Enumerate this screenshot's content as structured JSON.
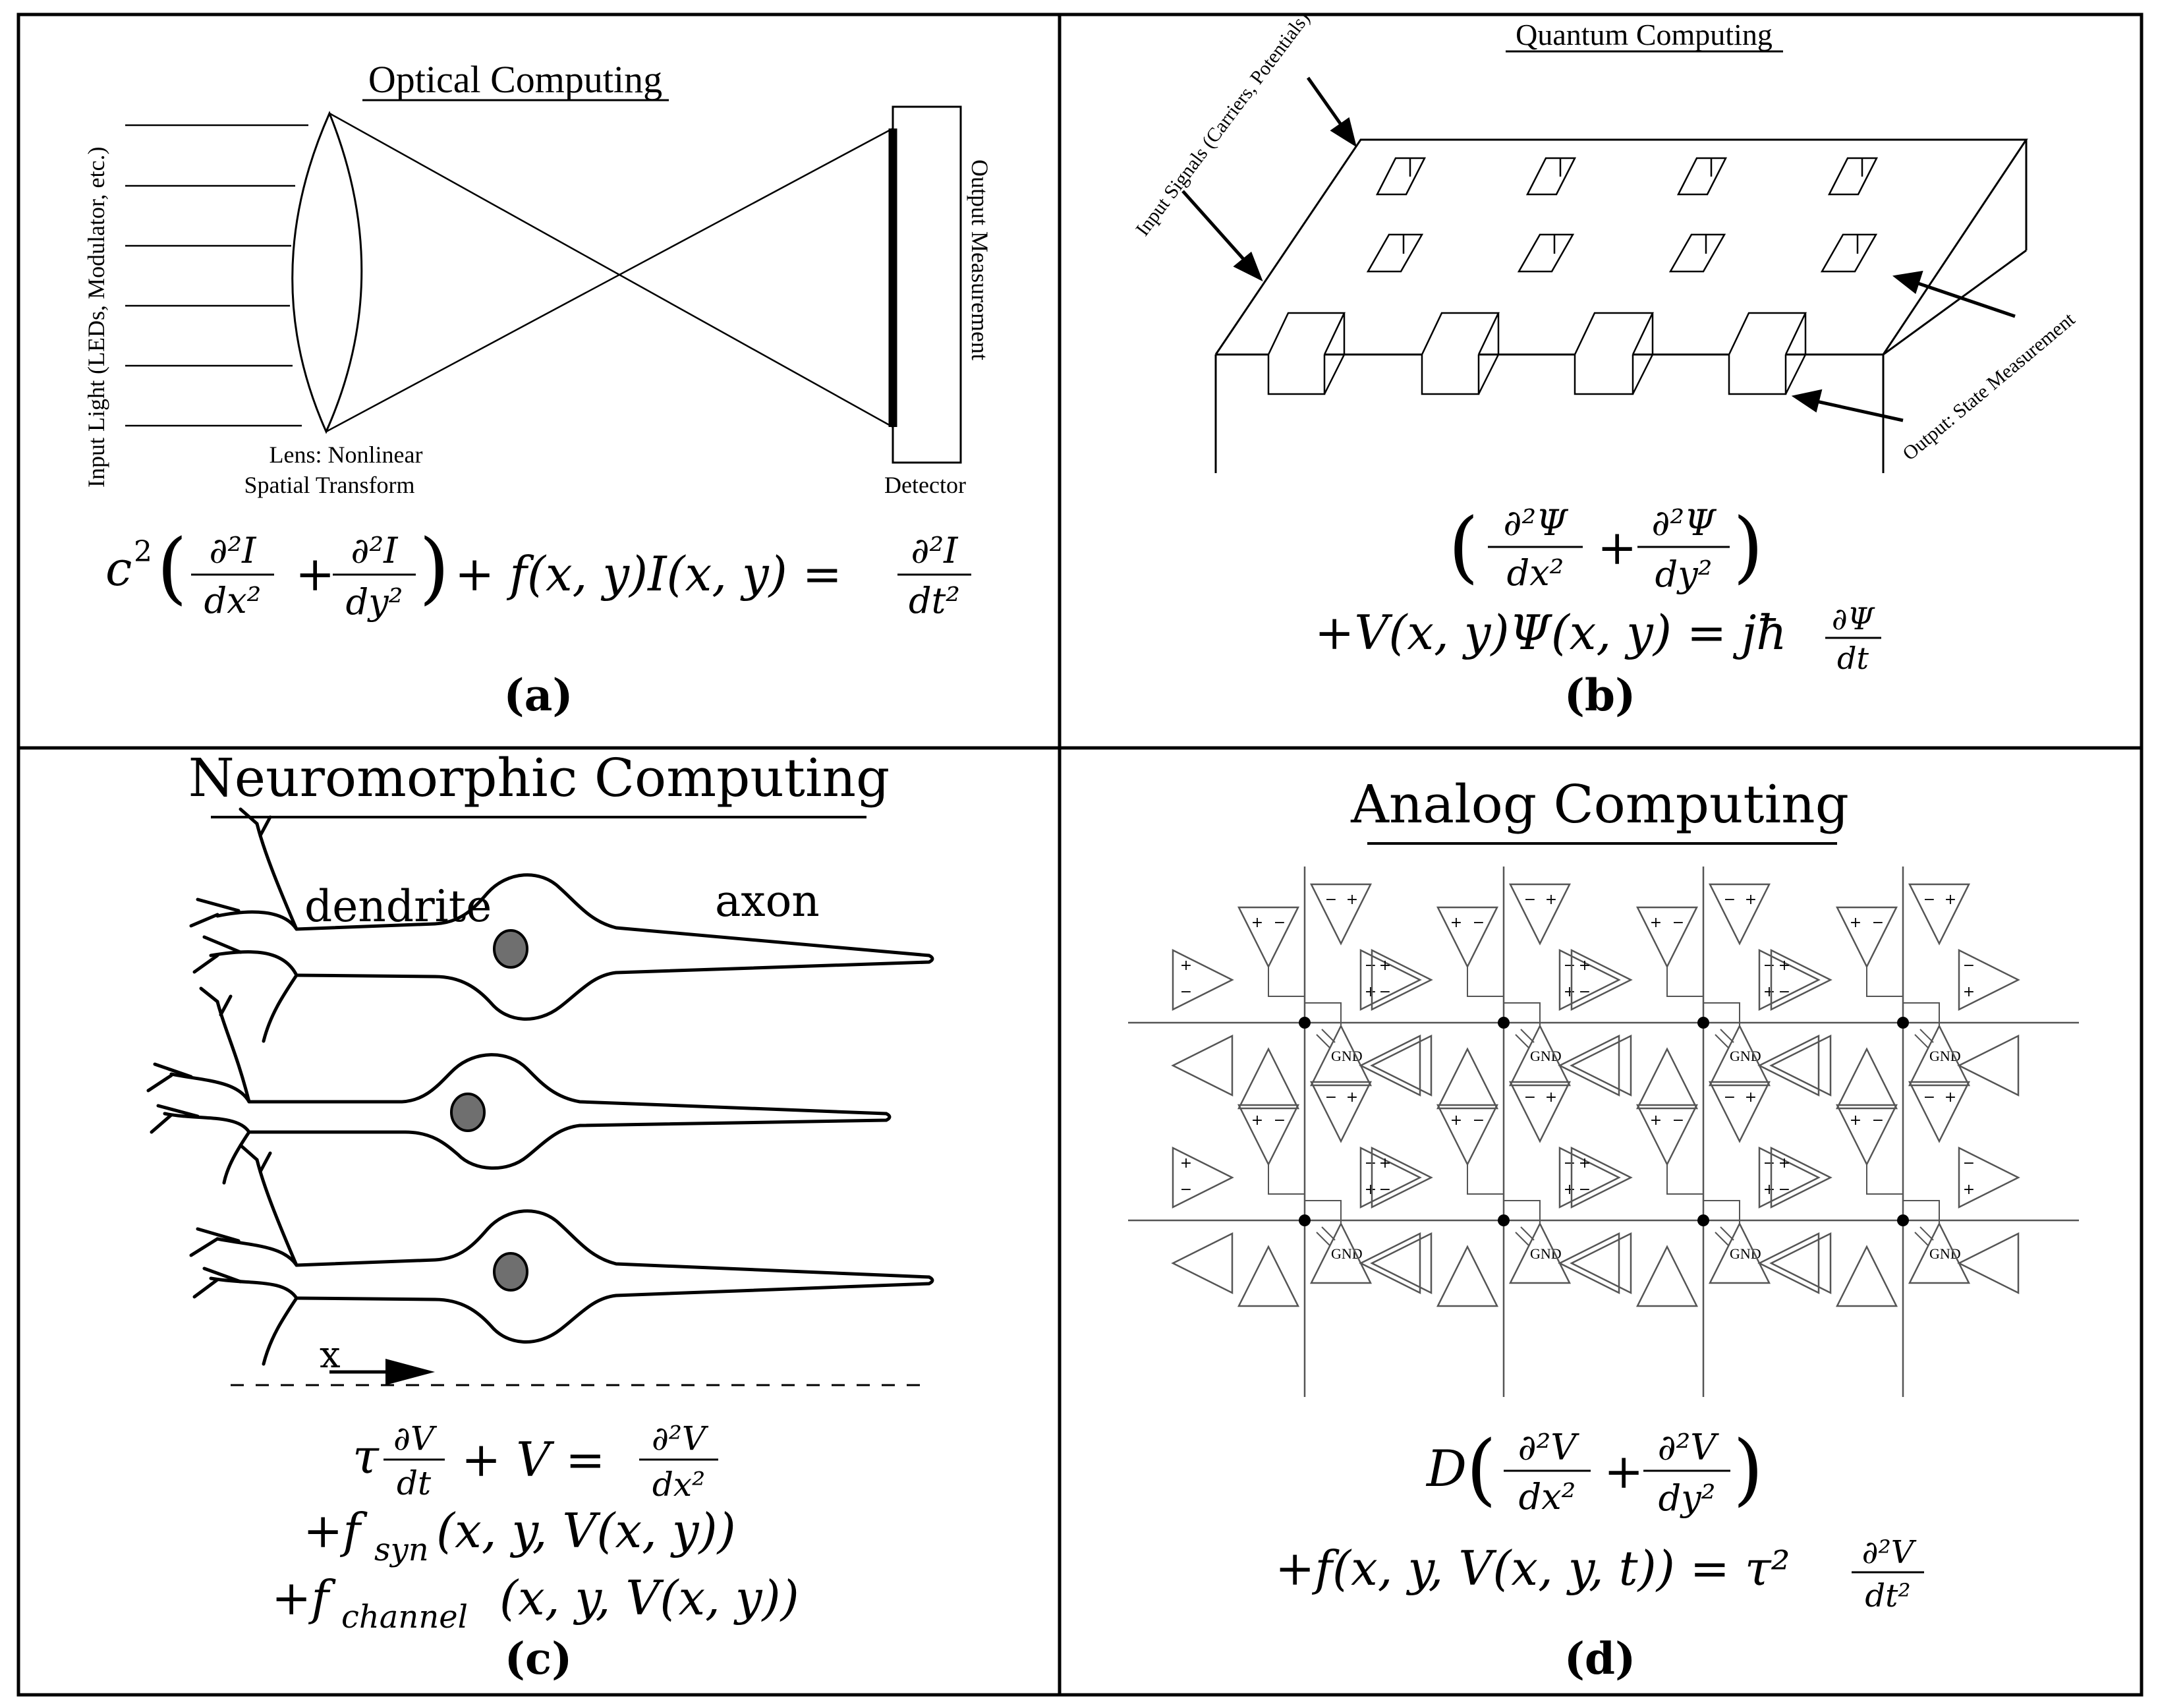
{
  "panels": {
    "a": {
      "title": "Optical Computing",
      "input_label": "Input Light (LEDs, Modulator, etc.)",
      "lens_label_1": "Lens: Nonlinear",
      "lens_label_2": "Spatial Transform",
      "output_label": "Output Measurement",
      "detector_label": "Detector",
      "equation": {
        "c": "c",
        "sq": "2",
        "lparen": "(",
        "f1_num": "∂²I",
        "f1_den": "dx²",
        "plus": "+",
        "f2_num": "∂²I",
        "f2_den": "dy²",
        "rparen": ")",
        "rest": "+ f(x, y)I(x, y) =",
        "f3_num": "∂²I",
        "f3_den": "dt²"
      },
      "caption": "(a)"
    },
    "b": {
      "title": "Quantum Computing",
      "input_label": "Input Signals (Carriers, Potentials)",
      "output_label": "Output: State Measurement",
      "equation": {
        "lparen": "(",
        "f1_num": "∂²Ψ",
        "f1_den": "dx²",
        "plus": "+",
        "f2_num": "∂²Ψ",
        "f2_den": "dy²",
        "rparen": ")",
        "line2": "+V(x, y)Ψ(x, y) = jħ",
        "f3_num": "∂Ψ",
        "f3_den": "dt"
      },
      "caption": "(b)"
    },
    "c": {
      "title": "Neuromorphic Computing",
      "dendrite_label": "dendrite",
      "axon_label": "axon",
      "x_label": "x",
      "equation": {
        "tau": "τ",
        "f1_num": "∂V",
        "f1_den": "dt",
        "mid": "+ V =",
        "f2_num": "∂²V",
        "f2_den": "dx²",
        "line2": "+f",
        "line2_sub": "syn",
        "line2_rest": "(x, y, V(x, y))",
        "line3": "+f",
        "line3_sub": "channel",
        "line3_rest": "(x, y, V(x, y))"
      },
      "caption": "(c)"
    },
    "d": {
      "title": "Analog Computing",
      "gnd_label": "GND",
      "plus_sign": "+",
      "minus_sign": "−",
      "equation": {
        "D": "D",
        "lparen": "(",
        "f1_num": "∂²V",
        "f1_den": "dx²",
        "plus": "+",
        "f2_num": "∂²V",
        "f2_den": "dy²",
        "rparen": ")",
        "line2": "+f(x, y, V(x, y, t)) = τ²",
        "f3_num": "∂²V",
        "f3_den": "dt²"
      },
      "caption": "(d)"
    }
  },
  "colors": {
    "line": "#000000",
    "nucleus": "#6f6f6f",
    "circuit": "#555555"
  }
}
